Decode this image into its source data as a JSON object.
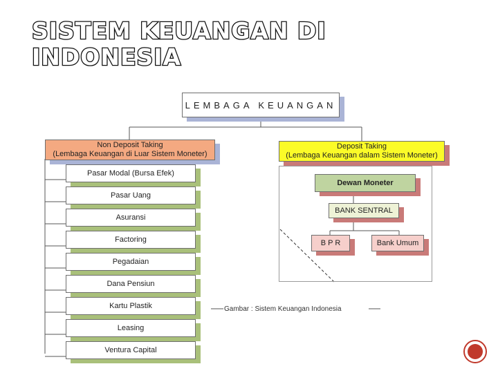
{
  "slide": {
    "title_line1": "SISTEM KEUANGAN DI",
    "title_line2": "INDONESIA"
  },
  "diagram": {
    "root": "LEMBAGA KEUANGAN",
    "left_header": {
      "line1": "Non Deposit Taking",
      "line2": "(Lembaga Keuangan di Luar Sistem Moneter)"
    },
    "right_header": {
      "line1": "Deposit Taking",
      "line2": "(Lembaga Keuangan dalam Sistem Moneter)"
    },
    "left_items": [
      "Pasar Modal (Bursa Efek)",
      "Pasar Uang",
      "Asuransi",
      "Factoring",
      "Pegadaian",
      "Dana Pensiun",
      "Kartu Plastik",
      "Leasing",
      "Ventura Capital"
    ],
    "dewan": "Dewan Moneter",
    "bank_sentral": "BANK SENTRAL",
    "bpr": "B P R",
    "bank_umum": "Bank Umum",
    "caption": "Gambar : Sistem Keuangan Indonesia",
    "colors": {
      "left_header": "#f4a981",
      "right_header": "#fbfb28",
      "green_shadow": "#a9c07a",
      "red_shadow": "#c97a78",
      "blue_shadow": "#aab4d6"
    }
  },
  "navigation": {
    "icon": "circle-next-icon"
  }
}
